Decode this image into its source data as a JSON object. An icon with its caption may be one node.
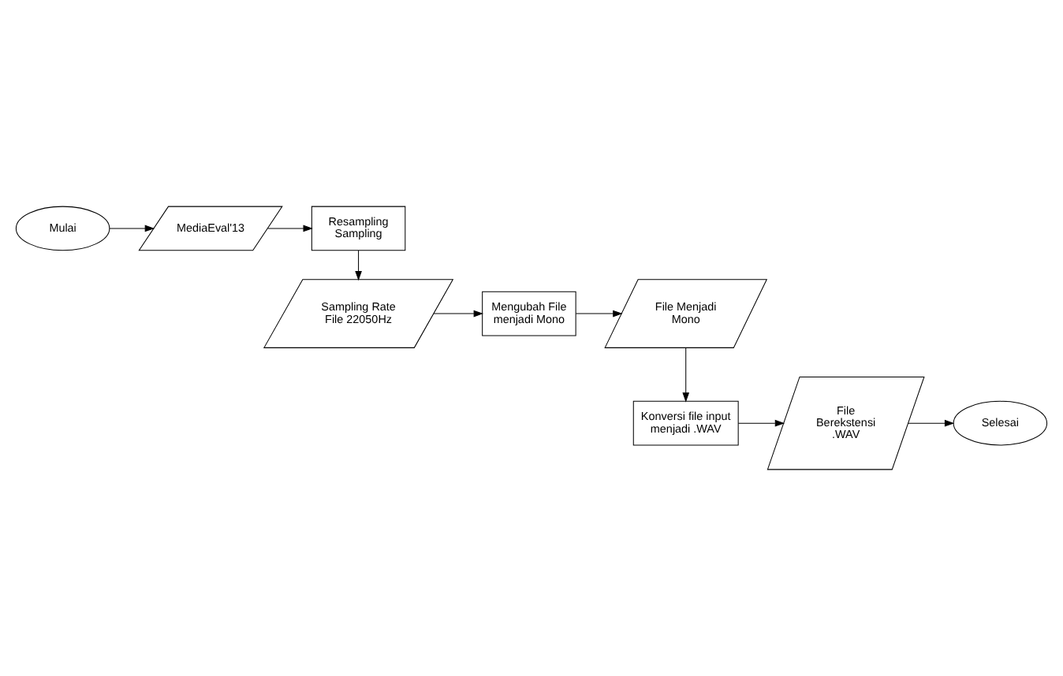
{
  "diagram": {
    "nodes": [
      {
        "text": [
          "Mulai"
        ]
      },
      {
        "text": [
          "MediaEval'13"
        ]
      },
      {
        "text": [
          "Resampling Sampling"
        ]
      },
      {
        "text": [
          "Sampling Rate File 22050Hz"
        ]
      },
      {
        "text": [
          "Mengubah File menjadi Mono"
        ]
      },
      {
        "text": [
          "File Menjadi Mono"
        ]
      },
      {
        "text": [
          "Konversi file input menjadi .WAV"
        ]
      },
      {
        "text": [
          "File Berekstensi .WAV"
        ]
      },
      {
        "text": [
          "Selesai"
        ]
      }
    ],
    "edges": [
      {
        "from": 0,
        "to": 1,
        "arrow": "to"
      },
      {
        "from": 1,
        "to": 2,
        "arrow": "to"
      },
      {
        "from": 2,
        "to": 3,
        "arrow": "to"
      },
      {
        "from": 3,
        "to": 4,
        "arrow": "to"
      },
      {
        "from": 4,
        "to": 5,
        "arrow": "to"
      },
      {
        "from": 5,
        "to": 6,
        "arrow": "to"
      },
      {
        "from": 6,
        "to": 7,
        "arrow": "to"
      },
      {
        "from": 7,
        "to": 8,
        "arrow": "to"
      }
    ]
  }
}
